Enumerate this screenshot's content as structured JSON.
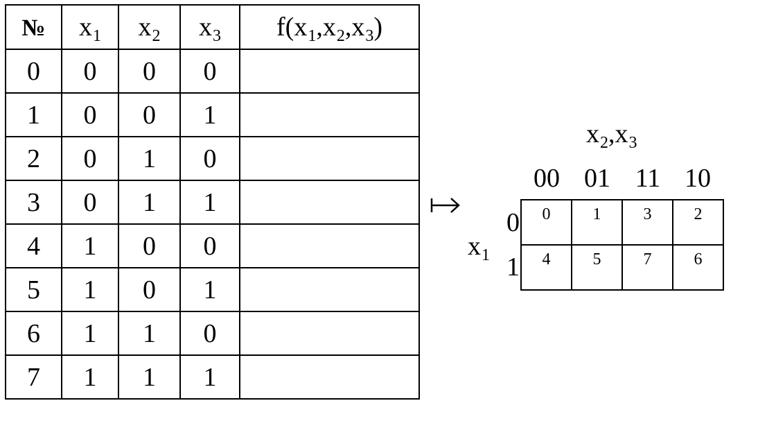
{
  "truth_table": {
    "headers": {
      "num": "№",
      "x1": {
        "base": "x",
        "sub": "1"
      },
      "x2": {
        "base": "x",
        "sub": "2"
      },
      "x3": {
        "base": "x",
        "sub": "3"
      },
      "f": {
        "prefix": "f(",
        "v1": "x",
        "s1": "1",
        "v2": "x",
        "s2": "2",
        "v3": "x",
        "s3": "3",
        "suffix": ")"
      }
    },
    "rows": [
      {
        "num": "0",
        "x1": "0",
        "x2": "0",
        "x3": "0",
        "f": ""
      },
      {
        "num": "1",
        "x1": "0",
        "x2": "0",
        "x3": "1",
        "f": ""
      },
      {
        "num": "2",
        "x1": "0",
        "x2": "1",
        "x3": "0",
        "f": ""
      },
      {
        "num": "3",
        "x1": "0",
        "x2": "1",
        "x3": "1",
        "f": ""
      },
      {
        "num": "4",
        "x1": "1",
        "x2": "0",
        "x3": "0",
        "f": ""
      },
      {
        "num": "5",
        "x1": "1",
        "x2": "0",
        "x3": "1",
        "f": ""
      },
      {
        "num": "6",
        "x1": "1",
        "x2": "1",
        "x3": "0",
        "f": ""
      },
      {
        "num": "7",
        "x1": "1",
        "x2": "1",
        "x3": "1",
        "f": ""
      }
    ]
  },
  "arrow": {
    "icon": "maps-to-arrow-icon",
    "color": "#000000"
  },
  "karnaugh_map": {
    "column_vars": {
      "v1": "x",
      "s1": "2",
      "sep": ",",
      "v2": "x",
      "s2": "3"
    },
    "row_var": {
      "base": "x",
      "sub": "1"
    },
    "column_codes": [
      "00",
      "01",
      "11",
      "10"
    ],
    "row_codes": [
      "0",
      "1"
    ],
    "cells": [
      [
        "0",
        "1",
        "3",
        "2"
      ],
      [
        "4",
        "5",
        "7",
        "6"
      ]
    ]
  }
}
